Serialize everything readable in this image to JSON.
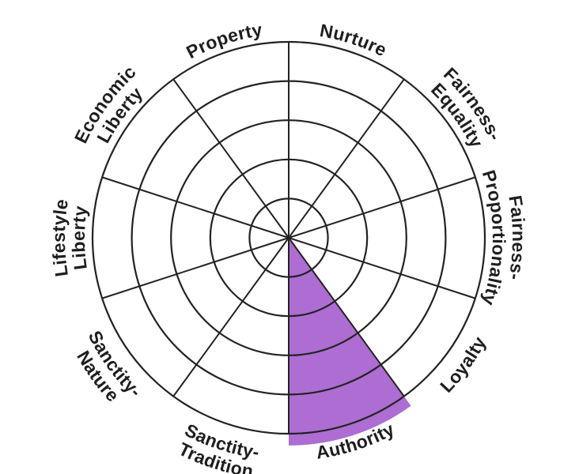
{
  "chart_data": {
    "type": "radial-bar",
    "title": "",
    "categories": [
      {
        "name": "Nurture",
        "lines": [
          "Nurture"
        ]
      },
      {
        "name": "Fairness-Equality",
        "lines": [
          "Fairness-",
          "Equality"
        ]
      },
      {
        "name": "Fairness-Proportionality",
        "lines": [
          "Fairness-",
          "Proportionality"
        ]
      },
      {
        "name": "Loyalty",
        "lines": [
          "Loyalty"
        ]
      },
      {
        "name": "Authority",
        "lines": [
          "Authority"
        ]
      },
      {
        "name": "Sanctity-Tradition",
        "lines": [
          "Sanctity-",
          "Tradition"
        ]
      },
      {
        "name": "Sanctity-Nature",
        "lines": [
          "Sanctity-",
          "Nature"
        ]
      },
      {
        "name": "Lifestyle Liberty",
        "lines": [
          "Lifestyle",
          "Liberty"
        ]
      },
      {
        "name": "Economic Liberty",
        "lines": [
          "Economic",
          "Liberty"
        ]
      },
      {
        "name": "Property",
        "lines": [
          "Property"
        ]
      }
    ],
    "values": [
      0,
      0,
      0,
      0,
      5.3,
      0,
      0,
      0,
      0,
      0
    ],
    "rings": 5,
    "max": 5,
    "fill_color": "#ad6dd2",
    "line_color": "#222222"
  }
}
